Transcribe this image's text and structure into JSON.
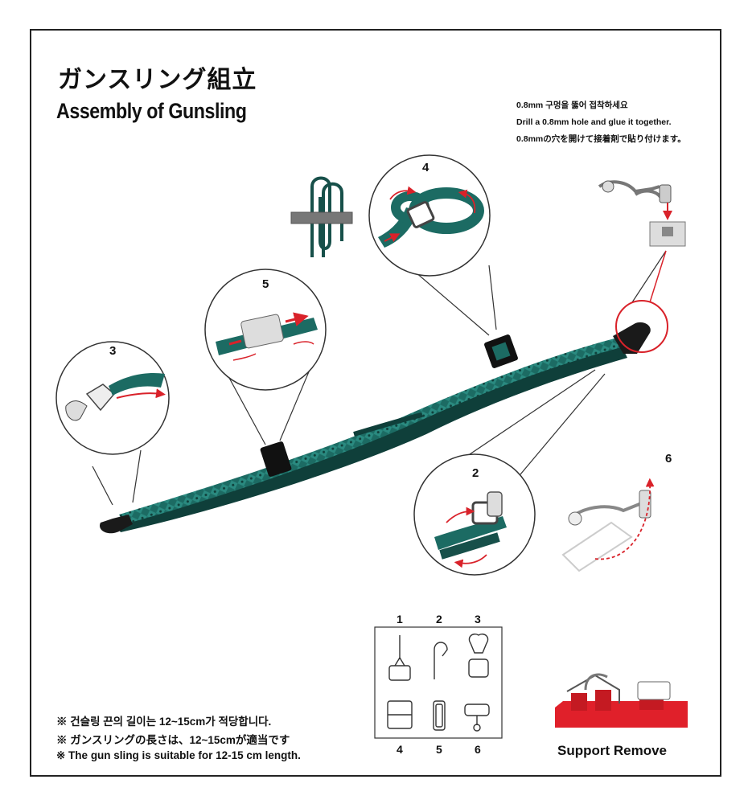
{
  "header": {
    "title_jp": "ガンスリング組立",
    "title_en": "Assembly of Gunsling"
  },
  "notes": [
    "0.8mm 구멍을 뚫어 접착하세요",
    "Drill a 0.8mm hole and glue it together.",
    "0.8mmの穴を開けて接着剤で貼り付けます。"
  ],
  "steps": {
    "s2": "2",
    "s3": "3",
    "s4": "4",
    "s5": "5",
    "s6": "6"
  },
  "parts_legend": {
    "top": [
      "1",
      "2",
      "3"
    ],
    "bottom": [
      "4",
      "5",
      "6"
    ]
  },
  "footnotes": [
    "※ 건슬링 끈의 길이는 12~15cm가 적당합니다.",
    "※ ガンスリングの長さは、12~15cmが適当です",
    "※ The gun sling is suitable for 12-15 cm length."
  ],
  "support_remove_label": "Support Remove",
  "colors": {
    "strap": "#1c6b63",
    "strap_dark": "#0f3f3a",
    "arrow": "#d9222a",
    "line": "#333333",
    "accent_red": "#e0202a"
  }
}
